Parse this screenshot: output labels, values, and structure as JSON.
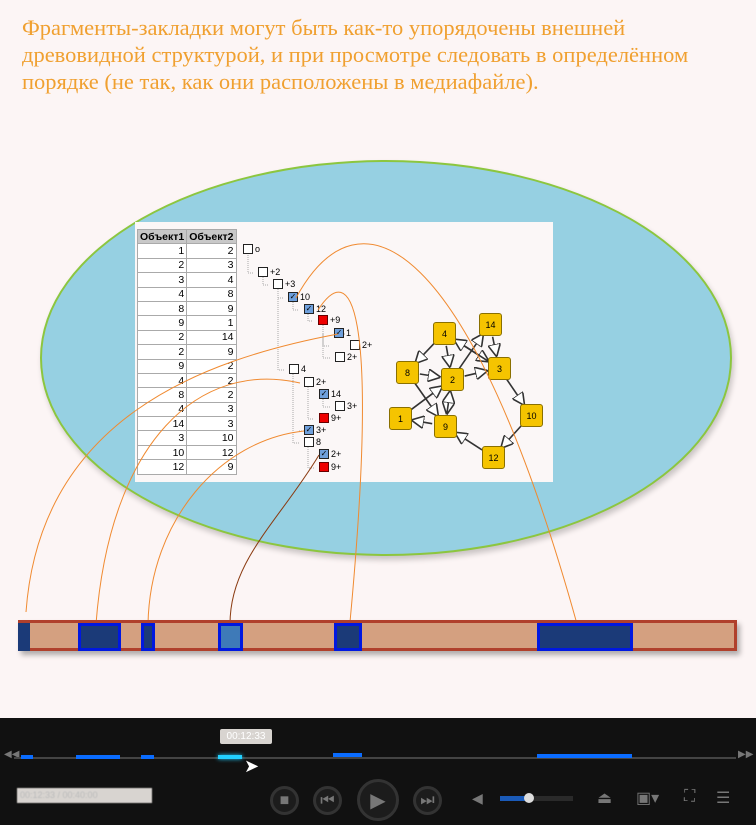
{
  "title": "Фрагменты-закладки могут быть как-то упорядочены внешней древовидной структурой, и при просмотре следовать в определённом порядке  (не так, как они расположены в медиафайле).",
  "table": {
    "headers": [
      "Объект1",
      "Объект2"
    ],
    "rows": [
      [
        1,
        2
      ],
      [
        2,
        3
      ],
      [
        3,
        4
      ],
      [
        4,
        8
      ],
      [
        8,
        9
      ],
      [
        9,
        1
      ],
      [
        2,
        14
      ],
      [
        2,
        9
      ],
      [
        9,
        2
      ],
      [
        4,
        2
      ],
      [
        8,
        2
      ],
      [
        4,
        3
      ],
      [
        14,
        3
      ],
      [
        3,
        10
      ],
      [
        10,
        12
      ],
      [
        12,
        9
      ]
    ]
  },
  "tree": [
    {
      "label": "o",
      "state": "empty"
    },
    {
      "label": "+2",
      "state": "empty"
    },
    {
      "label": "+3",
      "state": "empty"
    },
    {
      "label": "10",
      "state": "checked"
    },
    {
      "label": "12",
      "state": "checked"
    },
    {
      "label": "+9",
      "state": "red"
    },
    {
      "label": "1",
      "state": "checked"
    },
    {
      "label": "2+",
      "state": "empty"
    },
    {
      "label": "2+",
      "state": "empty"
    },
    {
      "label": "4",
      "state": "empty"
    },
    {
      "label": "2+",
      "state": "empty"
    },
    {
      "label": "14",
      "state": "checked"
    },
    {
      "label": "3+",
      "state": "empty"
    },
    {
      "label": "9+",
      "state": "red"
    },
    {
      "label": "3+",
      "state": "checked"
    },
    {
      "label": "8",
      "state": "empty"
    },
    {
      "label": "2+",
      "state": "checked"
    },
    {
      "label": "9+",
      "state": "red"
    }
  ],
  "graph": {
    "nodes": [
      "4",
      "14",
      "8",
      "2",
      "3",
      "1",
      "9",
      "10",
      "12"
    ],
    "edges": [
      [
        "4",
        "8"
      ],
      [
        "4",
        "2"
      ],
      [
        "4",
        "3"
      ],
      [
        "3",
        "4"
      ],
      [
        "8",
        "2"
      ],
      [
        "8",
        "9"
      ],
      [
        "2",
        "14"
      ],
      [
        "2",
        "3"
      ],
      [
        "2",
        "9"
      ],
      [
        "9",
        "2"
      ],
      [
        "14",
        "3"
      ],
      [
        "3",
        "10"
      ],
      [
        "10",
        "12"
      ],
      [
        "12",
        "9"
      ],
      [
        "9",
        "1"
      ],
      [
        "1",
        "2"
      ]
    ]
  },
  "player": {
    "tooltip_time": "00:12:33",
    "time_display": "00:12:33 / 00:40:00",
    "volume_percent": 40
  },
  "colors": {
    "title": "#f0a030",
    "bookmark": "#0a6cff",
    "arc": "#f08a30"
  }
}
